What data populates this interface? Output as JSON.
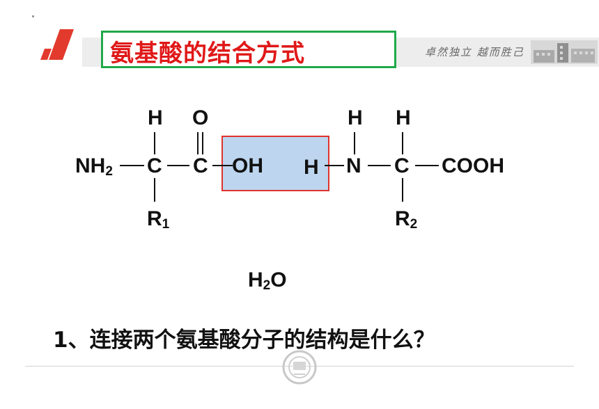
{
  "title": "氨基酸的结合方式",
  "motto": "卓然独立  越而胜己",
  "molecule": {
    "nh2": "NH",
    "nh2_sub": "2",
    "c1": "C",
    "c2": "C",
    "h_top1": "H",
    "o_top": "O",
    "oh": "OH",
    "h_left": "H",
    "n": "N",
    "h_top2": "H",
    "h_top3": "H",
    "c3": "C",
    "cooh": "COOH",
    "r1": "R",
    "r1_sub": "1",
    "r2": "R",
    "r2_sub": "2"
  },
  "water": {
    "h": "H",
    "sub": "2",
    "o": "O"
  },
  "question": "1、连接两个氨基酸分子的结构是什么？",
  "colors": {
    "title_red": "#e01818",
    "box_green": "#1fa84a",
    "highlight_fill": "#bdd5ee",
    "highlight_border": "#e0322c"
  }
}
